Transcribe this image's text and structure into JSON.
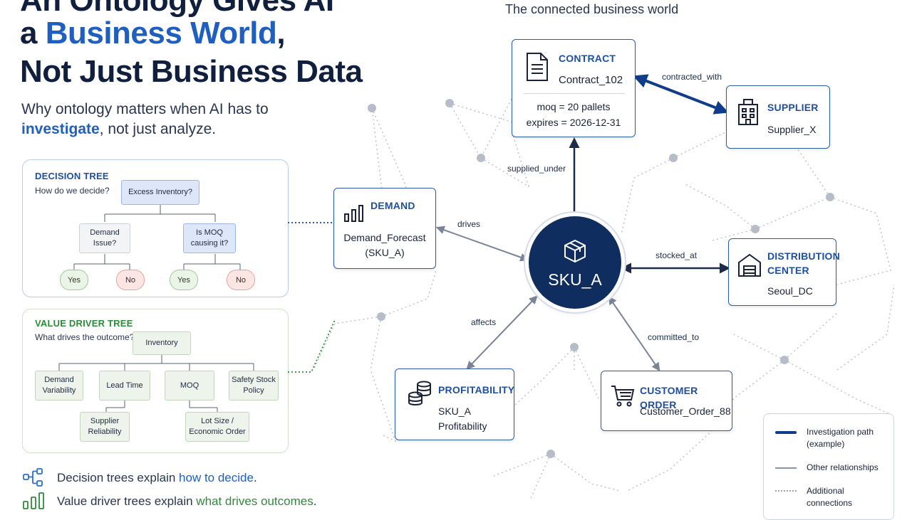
{
  "headline": {
    "line1": "An Ontology Gives AI",
    "line2_prefix": "a ",
    "line2_highlight": "Business World",
    "line2_suffix": ",",
    "line3": "Not Just Business Data"
  },
  "subhead": {
    "line1": "Why ontology matters when AI has to",
    "highlight": "investigate",
    "line2_suffix": ", not just analyze."
  },
  "graph_title": "The connected business world",
  "decision_tree": {
    "title": "DECISION TREE",
    "subtitle": "How do we decide?",
    "root": "Excess Inventory?",
    "q1": "Demand\nIssue?",
    "q2": "Is MOQ\ncausing it?",
    "yes": "Yes",
    "no": "No"
  },
  "value_driver_tree": {
    "title": "VALUE DRIVER TREE",
    "subtitle": "What drives the outcome?",
    "root": "Inventory",
    "drivers": [
      "Demand\nVariability",
      "Lead Time",
      "MOQ",
      "Safety Stock\nPolicy"
    ],
    "sub_lead_time": "Supplier\nReliability",
    "sub_moq": "Lot Size /\nEconomic Order"
  },
  "bottom": {
    "line1_prefix": "Decision trees explain ",
    "line1_highlight": "how to decide",
    "line1_suffix": ".",
    "line2_prefix": "Value driver trees explain ",
    "line2_highlight": "what drives outcomes",
    "line2_suffix": "."
  },
  "nodes": {
    "hub": "SKU_A",
    "contract": {
      "title": "CONTRACT",
      "name": "Contract_102",
      "attr1": "moq = 20 pallets",
      "attr2": "expires = 2026-12-31"
    },
    "supplier": {
      "title": "SUPPLIER",
      "name": "Supplier_X"
    },
    "demand": {
      "title": "DEMAND",
      "name": "Demand_Forecast\n(SKU_A)"
    },
    "distribution": {
      "title": "DISTRIBUTION\nCENTER",
      "name": "Seoul_DC"
    },
    "profitability": {
      "title": "PROFITABILITY",
      "name": "SKU_A\nProfitability"
    },
    "customer_order": {
      "title": "CUSTOMER ORDER",
      "name": "Customer_Order_88"
    }
  },
  "edges": {
    "contracted_with": "contracted_with",
    "supplied_under": "supplied_under",
    "drives": "drives",
    "stocked_at": "stocked_at",
    "affects": "affects",
    "committed_to": "committed_to"
  },
  "legend": {
    "investigation": "Investigation path\n(example)",
    "other": "Other relationships",
    "additional": "Additional\nconnections"
  },
  "colors": {
    "navy": "#0f2d5e",
    "accent_blue": "#1f5fbf",
    "accent_green": "#2e8b3a",
    "card_border": "#2b5cab",
    "grey_edge": "#8a94a6"
  },
  "icons": {
    "contract": "document-icon",
    "supplier": "building-icon",
    "demand": "bar-chart-icon",
    "distribution": "warehouse-icon",
    "profitability": "coins-icon",
    "customer_order": "cart-icon",
    "hub": "box-icon"
  }
}
